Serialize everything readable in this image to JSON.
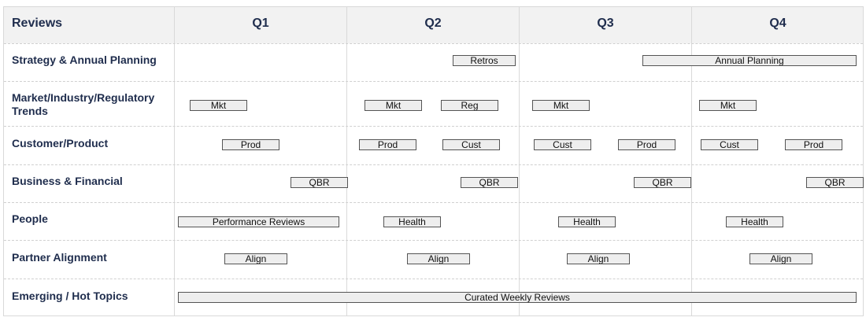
{
  "header": {
    "corner": "Reviews",
    "quarters": [
      "Q1",
      "Q2",
      "Q3",
      "Q4"
    ]
  },
  "rows": [
    {
      "label": "Strategy & Annual Planning",
      "items": [
        "Retros",
        "Annual Planning"
      ]
    },
    {
      "label": "Market/Industry/Regulatory Trends",
      "items": [
        "Mkt",
        "Mkt",
        "Reg",
        "Mkt",
        "Mkt"
      ]
    },
    {
      "label": "Customer/Product",
      "items": [
        "Prod",
        "Prod",
        "Cust",
        "Cust",
        "Prod",
        "Cust",
        "Prod"
      ]
    },
    {
      "label": "Business & Financial",
      "items": [
        "QBR",
        "QBR",
        "QBR",
        "QBR"
      ]
    },
    {
      "label": "People",
      "items": [
        "Performance Reviews",
        "Health",
        "Health",
        "Health"
      ]
    },
    {
      "label": "Partner Alignment",
      "items": [
        "Align",
        "Align",
        "Align",
        "Align"
      ]
    },
    {
      "label": "Emerging / Hot Topics",
      "items": [
        "Curated Weekly Reviews"
      ]
    }
  ],
  "colors": {
    "header_bg": "#f2f2f2",
    "label_text": "#1f2d4d",
    "bar_fill": "#eeeeee",
    "bar_border": "#555555"
  }
}
